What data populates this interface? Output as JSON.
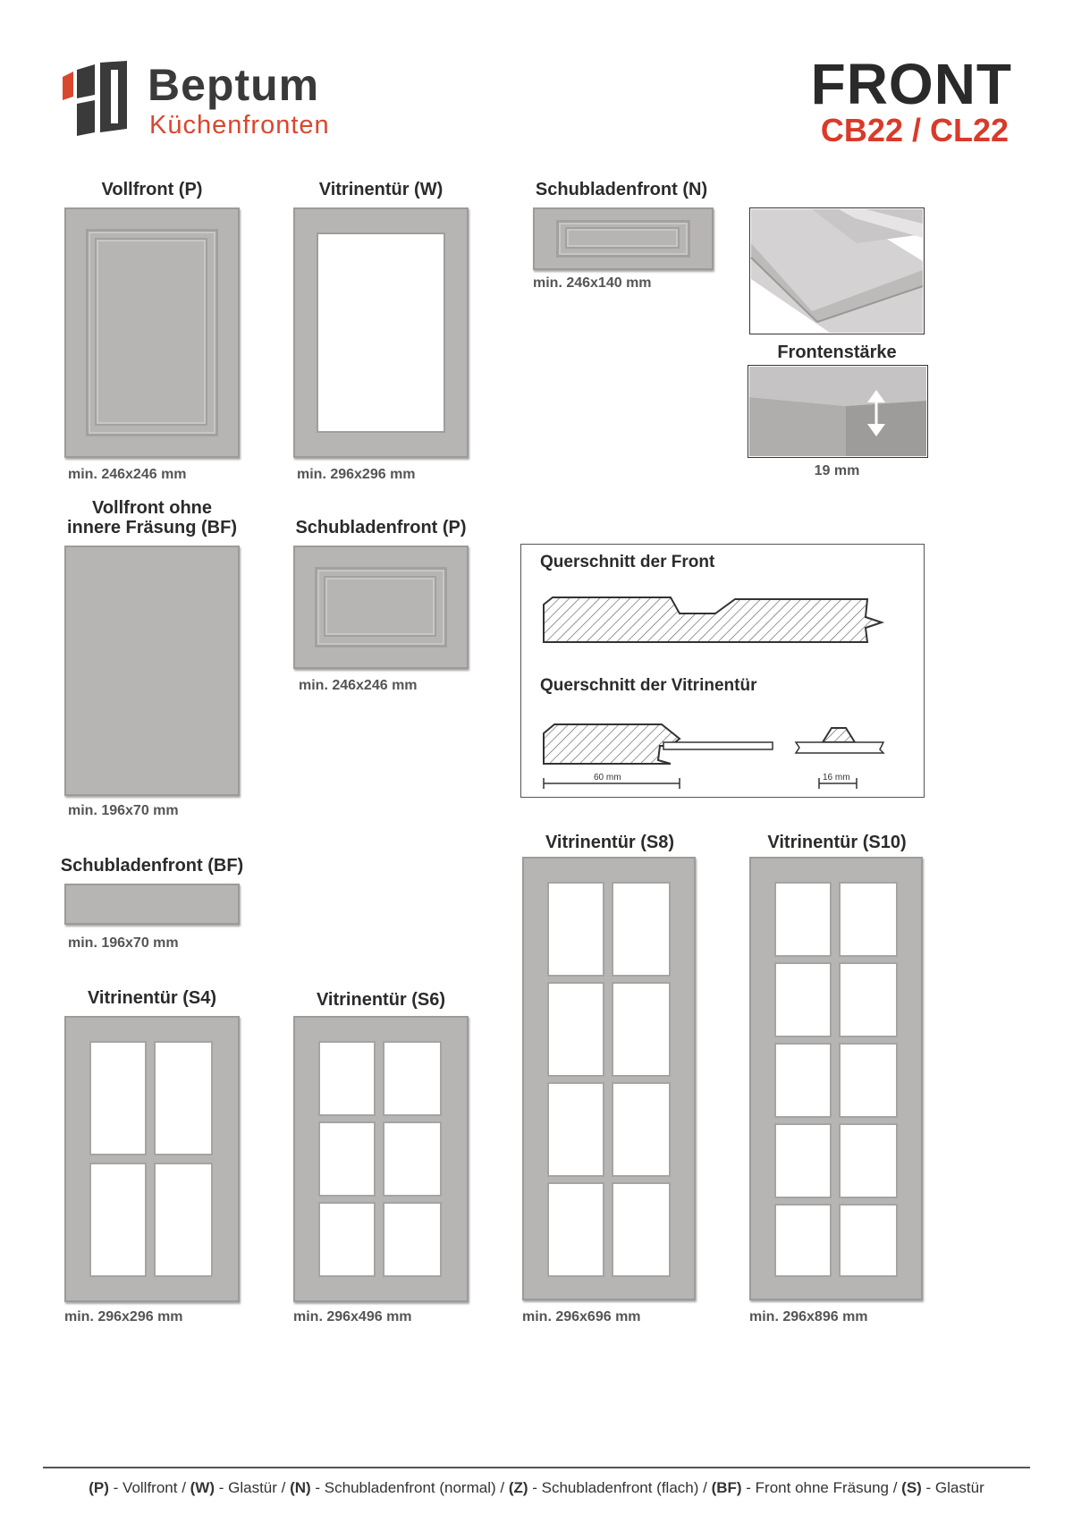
{
  "brand": {
    "name": "Beptum",
    "subtitle": "Küchenfronten"
  },
  "header": {
    "title": "FRONT",
    "code": "CB22 / CL22"
  },
  "items": [
    {
      "label": "Vollfront (P)",
      "dim": "min. 246x246 mm"
    },
    {
      "label": "Vitrinentür (W)",
      "dim": "min. 296x296 mm"
    },
    {
      "label": "Schubladenfront (N)",
      "dim": "min. 246x140 mm"
    },
    {
      "label_line1": "Vollfront ohne",
      "label_line2": "innere Fräsung (BF)",
      "dim": "min. 196x70 mm"
    },
    {
      "label": "Schubladenfront (P)",
      "dim": "min. 246x246 mm"
    },
    {
      "label": "Schubladenfront (BF)",
      "dim": "min. 196x70 mm"
    },
    {
      "label": "Vitrinentür (S4)",
      "dim": "min. 296x296 mm"
    },
    {
      "label": "Vitrinentür (S6)",
      "dim": "min. 296x496 mm"
    },
    {
      "label": "Vitrinentür (S8)",
      "dim": "min. 296x696 mm"
    },
    {
      "label": "Vitrinentür (S10)",
      "dim": "min. 296x896 mm"
    }
  ],
  "thickness": {
    "label": "Frontenstärke",
    "value": "19 mm"
  },
  "cross_section": {
    "front_title": "Querschnitt der Front",
    "vitrine_title": "Querschnitt der Vitrinentür",
    "dim_a": "60 mm",
    "dim_b": "16 mm"
  },
  "footer": {
    "parts": [
      {
        "code": "(P)",
        "text": " - Vollfront / "
      },
      {
        "code": "(W)",
        "text": " - Glastür / "
      },
      {
        "code": "(N)",
        "text": " - Schubladenfront (normal) / "
      },
      {
        "code": "(Z)",
        "text": " - Schubladenfront (flach) / "
      },
      {
        "code": "(BF)",
        "text": " - Front ohne Fräsung / "
      },
      {
        "code": "(S)",
        "text": " - Glastür"
      }
    ]
  },
  "colors": {
    "accent": "#d93a2a",
    "panel": "#b7b4b4"
  }
}
